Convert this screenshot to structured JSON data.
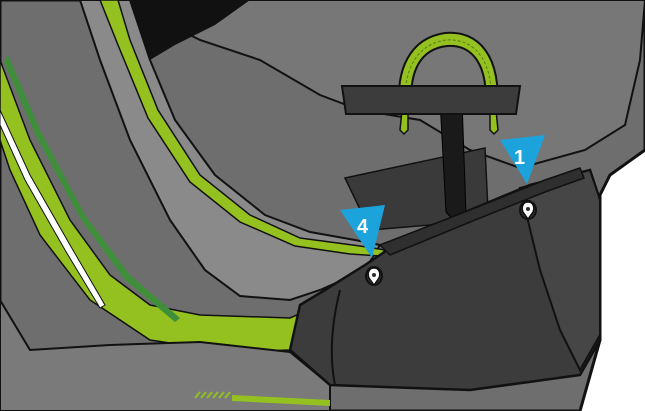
{
  "diagram": {
    "callouts": [
      {
        "id": "callout-1",
        "label": "1"
      },
      {
        "id": "callout-4",
        "label": "4"
      }
    ],
    "colors": {
      "shell_gray": "#6e6e6e",
      "shell_light_gray": "#8a8a8a",
      "panel_dark": "#3c3c3c",
      "panel_darker": "#2f2f2f",
      "accent_green": "#94c11f",
      "stripe_dark_green": "#3f8f3a",
      "callout_blue": "#1ca3dc",
      "outline_black": "#111111"
    }
  }
}
